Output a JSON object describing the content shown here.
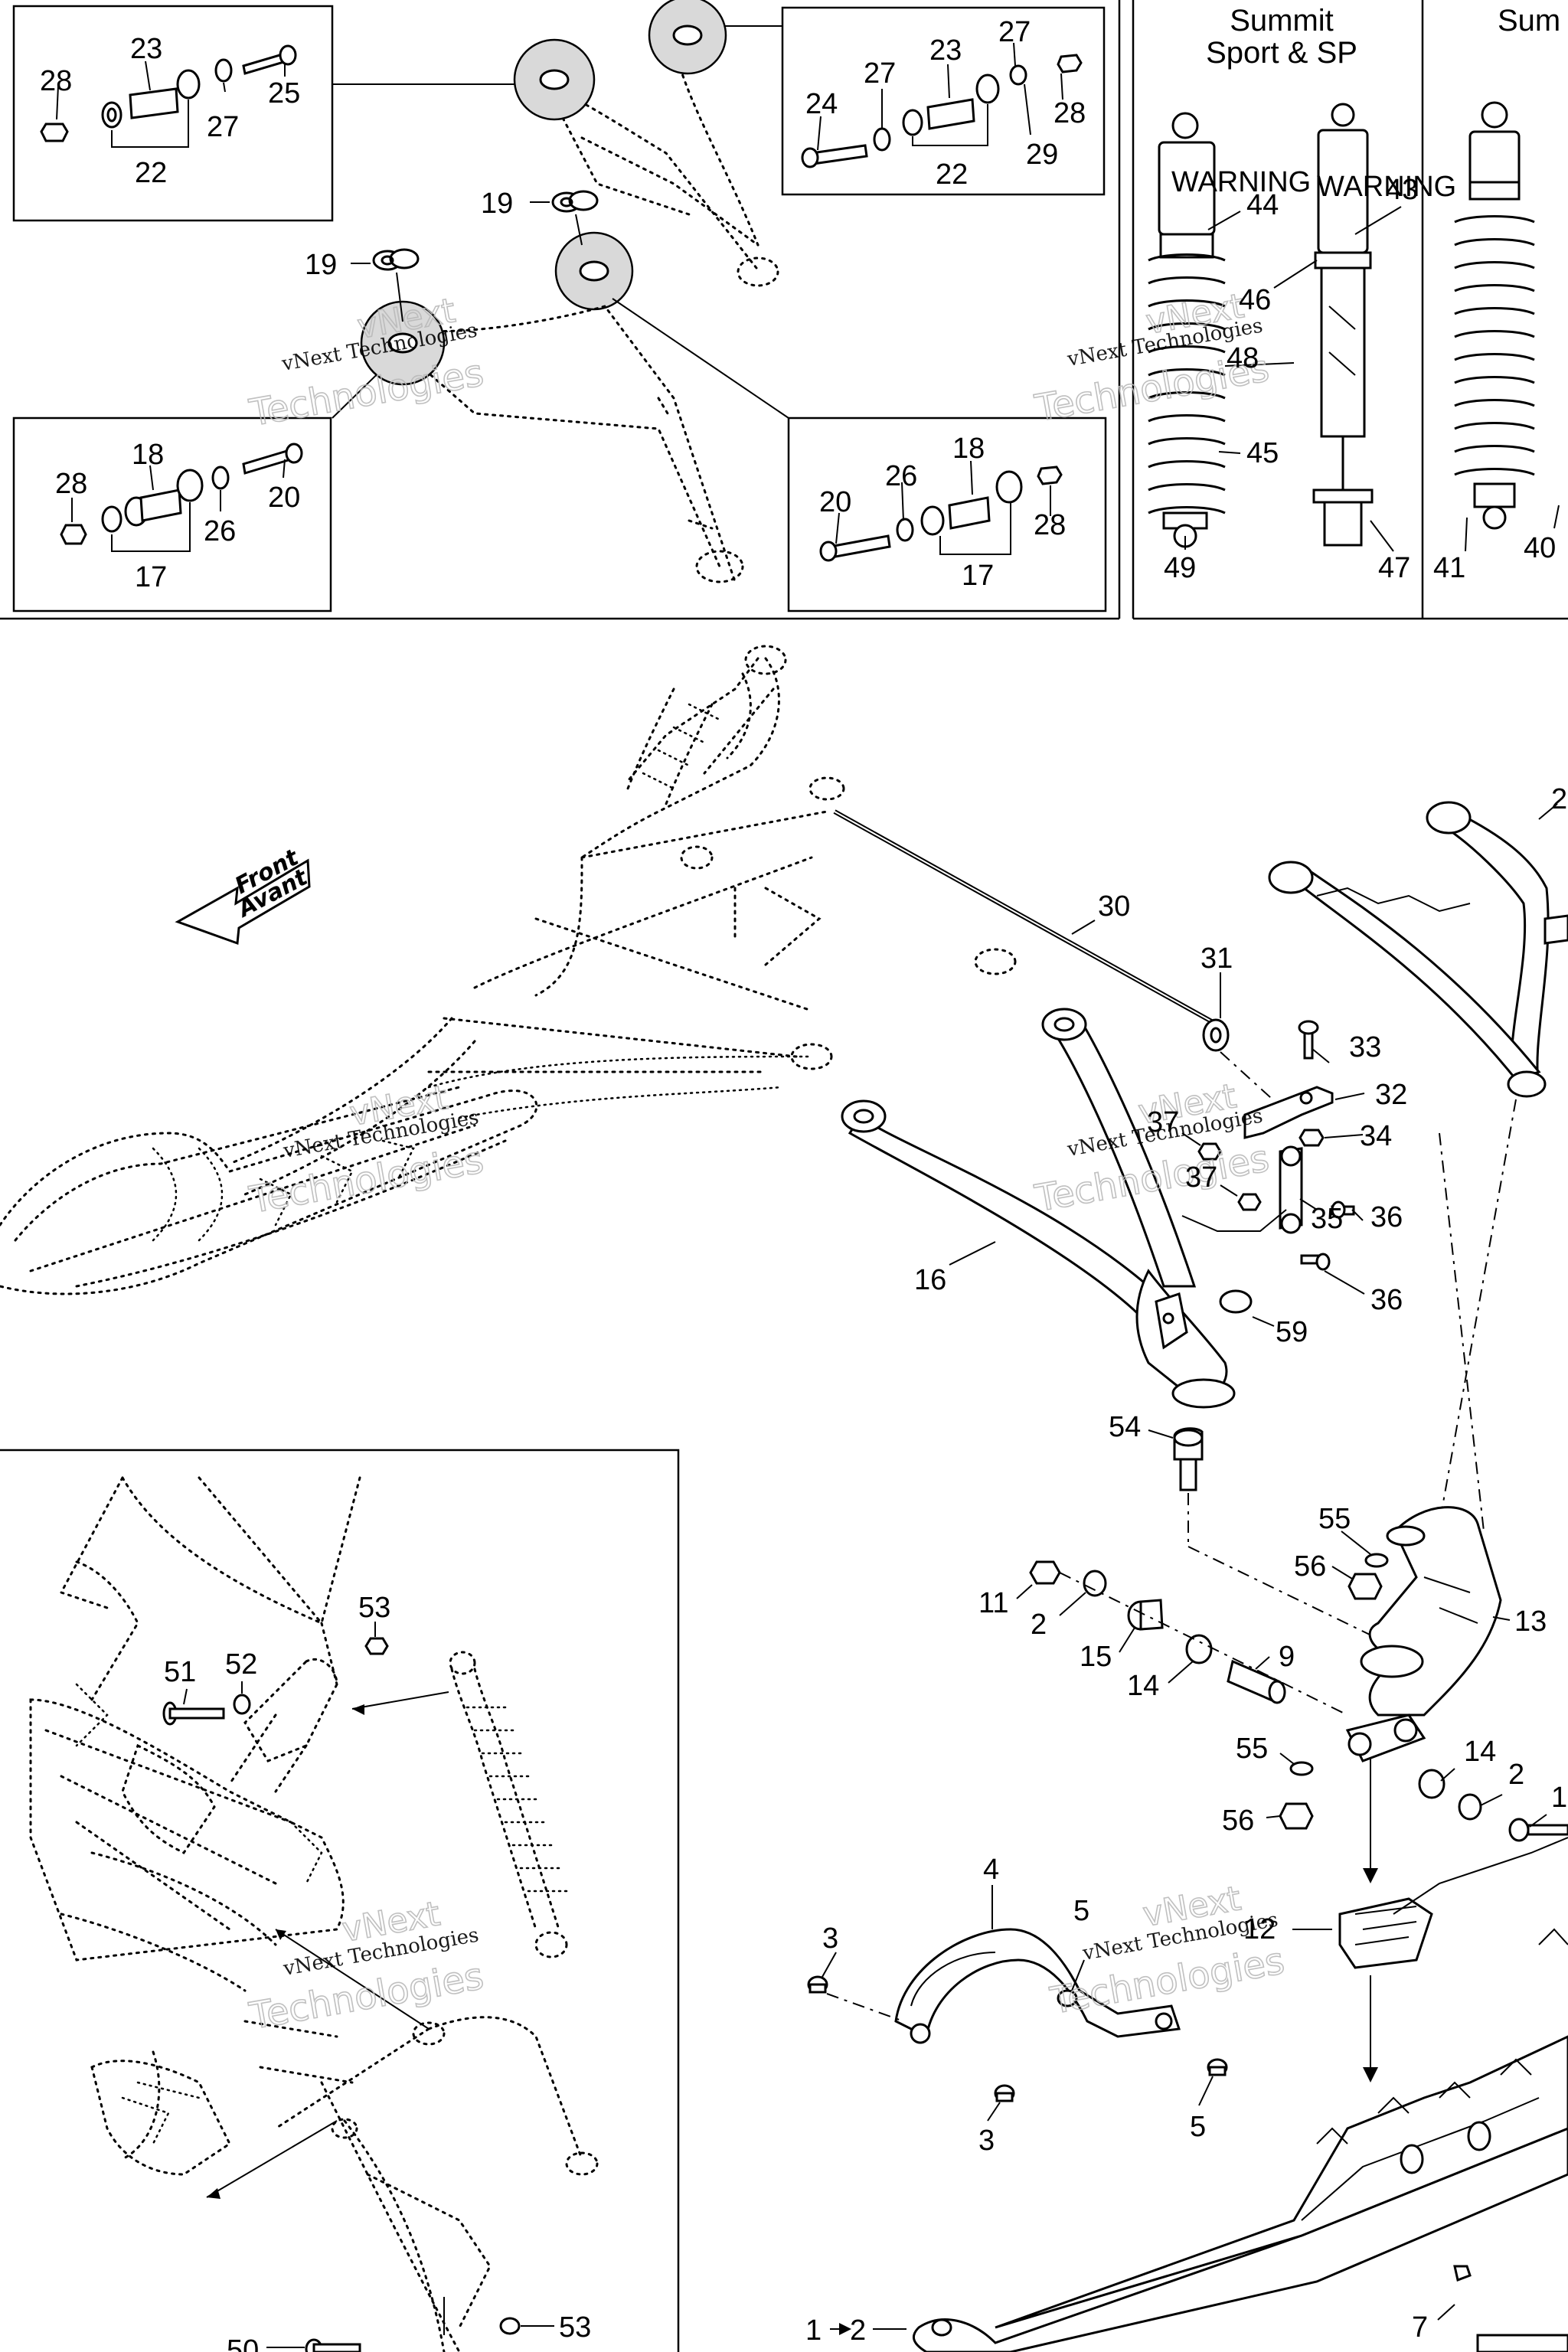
{
  "headers": {
    "summit_line1": "Summit",
    "summit_line2": "Sport & SP",
    "summit_right": "Sum"
  },
  "front_arrow": {
    "line1": "Front",
    "line2": "Avant"
  },
  "shock_label": "WARNING",
  "watermark": {
    "brand": "vNext Technologies",
    "line1": "vNext",
    "line2": "Technologies"
  },
  "callouts": {
    "c23a": "23",
    "c28a": "28",
    "c27a": "27",
    "c25": "25",
    "c22a": "22",
    "c27b": "27",
    "c23b": "23",
    "c24": "24",
    "c27c": "27",
    "c28b": "28",
    "c29": "29",
    "c22b": "22",
    "c19a": "19",
    "c19b": "19",
    "c18a": "18",
    "c28c": "28",
    "c20a": "20",
    "c26a": "26",
    "c17a": "17",
    "c18b": "18",
    "c26b": "26",
    "c20b": "20",
    "c28d": "28",
    "c17b": "17",
    "c44": "44",
    "c43": "43",
    "c46": "46",
    "c48": "48",
    "c45": "45",
    "c49": "49",
    "c47": "47",
    "c41": "41",
    "c40": "40",
    "c30": "30",
    "c31": "31",
    "c33": "33",
    "c32": "32",
    "c34": "34",
    "c37a": "37",
    "c37b": "37",
    "c35": "35",
    "c36a": "36",
    "c36b": "36",
    "c16": "16",
    "c59": "59",
    "c54": "54",
    "c2top": "2",
    "c55a": "55",
    "c56a": "56",
    "c13": "13",
    "c11": "11",
    "c2a": "2",
    "c15": "15",
    "c14a": "14",
    "c9": "9",
    "c14b": "14",
    "c2b": "2",
    "c1a": "1",
    "c55b": "55",
    "c56b": "56",
    "c4": "4",
    "c5a": "5",
    "c3a": "3",
    "c3b": "3",
    "c5b": "5",
    "c12": "12",
    "c7": "7",
    "c1b": "1",
    "c2c": "2",
    "c53a": "53",
    "c51": "51",
    "c52": "52",
    "c53b": "53",
    "c50": "50"
  }
}
